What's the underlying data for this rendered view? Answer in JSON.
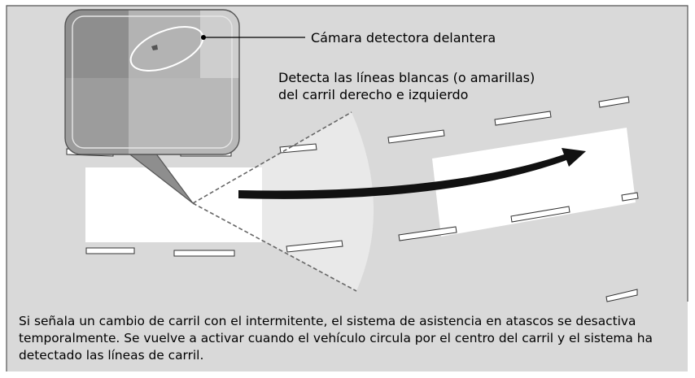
{
  "labels": {
    "camera": "Cámara detectora delantera",
    "detect_line1": "Detecta las líneas blancas (o amarillas)",
    "detect_line2": "del carril derecho e izquierdo"
  },
  "caption": "Si señala un cambio de carril con el intermitente, el sistema de asistencia en atascos se desactiva temporalmente. Se vuelve a activar cuando el vehículo circula por el centro del carril y el sistema ha detectado las líneas de carril.",
  "colors": {
    "background": "#d9d9d9",
    "frame": "#555555",
    "vehicle": "#ffffff",
    "camera_view_dark": "#8e8e8e",
    "camera_view_light": "#c8c8c8",
    "detection_area": "#e9e9e9",
    "arrow": "#111111"
  }
}
